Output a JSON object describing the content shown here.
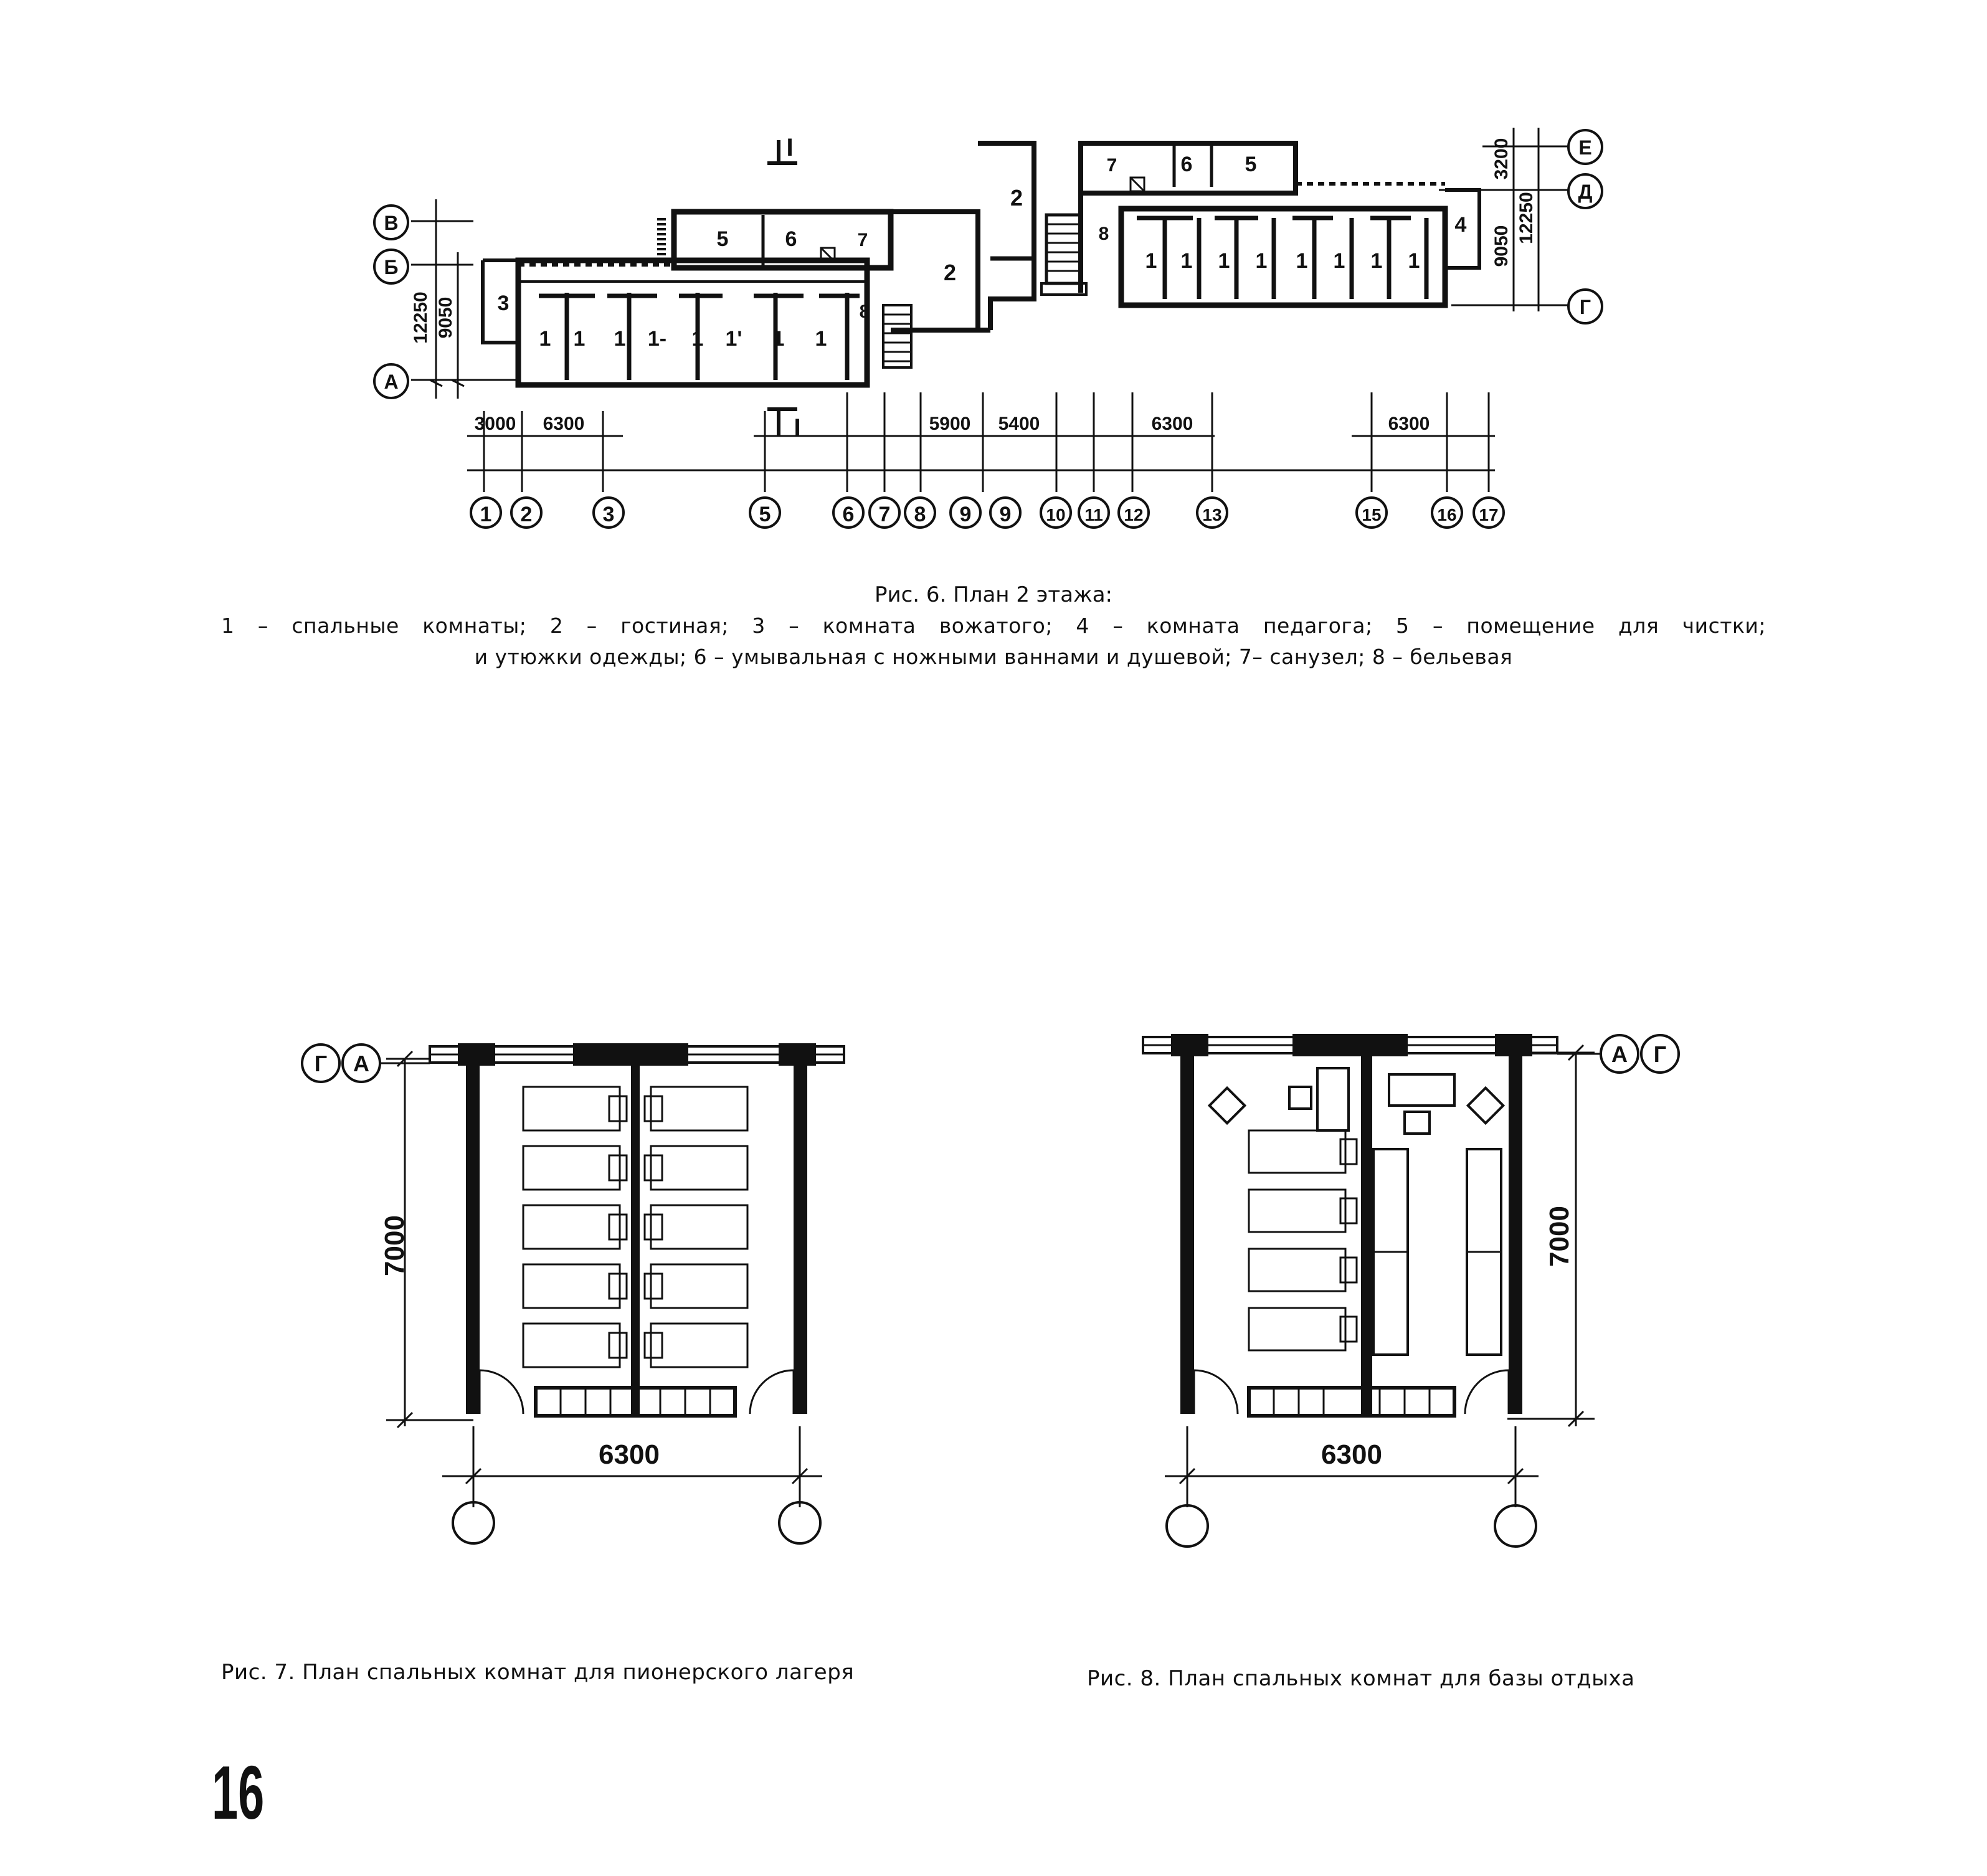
{
  "fig6": {
    "caption_title": "Рис. 6. План 2 этажа:",
    "caption_line1": "1 – спальные комнаты; 2 – гостиная; 3 – комната вожатого; 4 – комната педагога; 5 – помещение для чистки;",
    "caption_line2": "и утюжки одежды; 6 – умывальная с ножными ваннами и душевой; 7– санузел; 8 – бельевая",
    "axes_columns": [
      "1",
      "2",
      "3",
      "5",
      "6",
      "7",
      "8",
      "9",
      "9",
      "10",
      "11",
      "12",
      "13",
      "15",
      "16",
      "17"
    ],
    "axes_rows_left": [
      "В",
      "Б",
      "А"
    ],
    "axes_rows_right": [
      "Е",
      "Д",
      "Г"
    ],
    "dims_bottom": [
      "3000",
      "6300",
      "5900",
      "5400",
      "6300",
      "6300"
    ],
    "dims_left": [
      "12250",
      "9050"
    ],
    "dims_right": [
      "3200",
      "9050",
      "12250"
    ],
    "section_mark": "I",
    "room_numbers_left": [
      "3",
      "1",
      "1",
      "1",
      "1-",
      "1",
      "1'",
      "1",
      "1",
      "5",
      "6",
      "7",
      "8",
      "2"
    ],
    "room_numbers_right": [
      "2",
      "7",
      "6",
      "5",
      "8",
      "1",
      "1",
      "1",
      "1",
      "1",
      "1",
      "1",
      "1",
      "4"
    ]
  },
  "fig7": {
    "caption": "Рис. 7. План спальных комнат для пионерского лагеря",
    "axis_labels": [
      "Г",
      "А"
    ],
    "dim_height": "7000",
    "dim_width": "6300",
    "beds_per_side": 5
  },
  "fig8": {
    "caption": "Рис. 8. План спальных комнат для базы отдыха",
    "axis_labels": [
      "А",
      "Г"
    ],
    "dim_height": "7000",
    "dim_width": "6300",
    "beds_per_side": 4
  },
  "page_number": "16"
}
